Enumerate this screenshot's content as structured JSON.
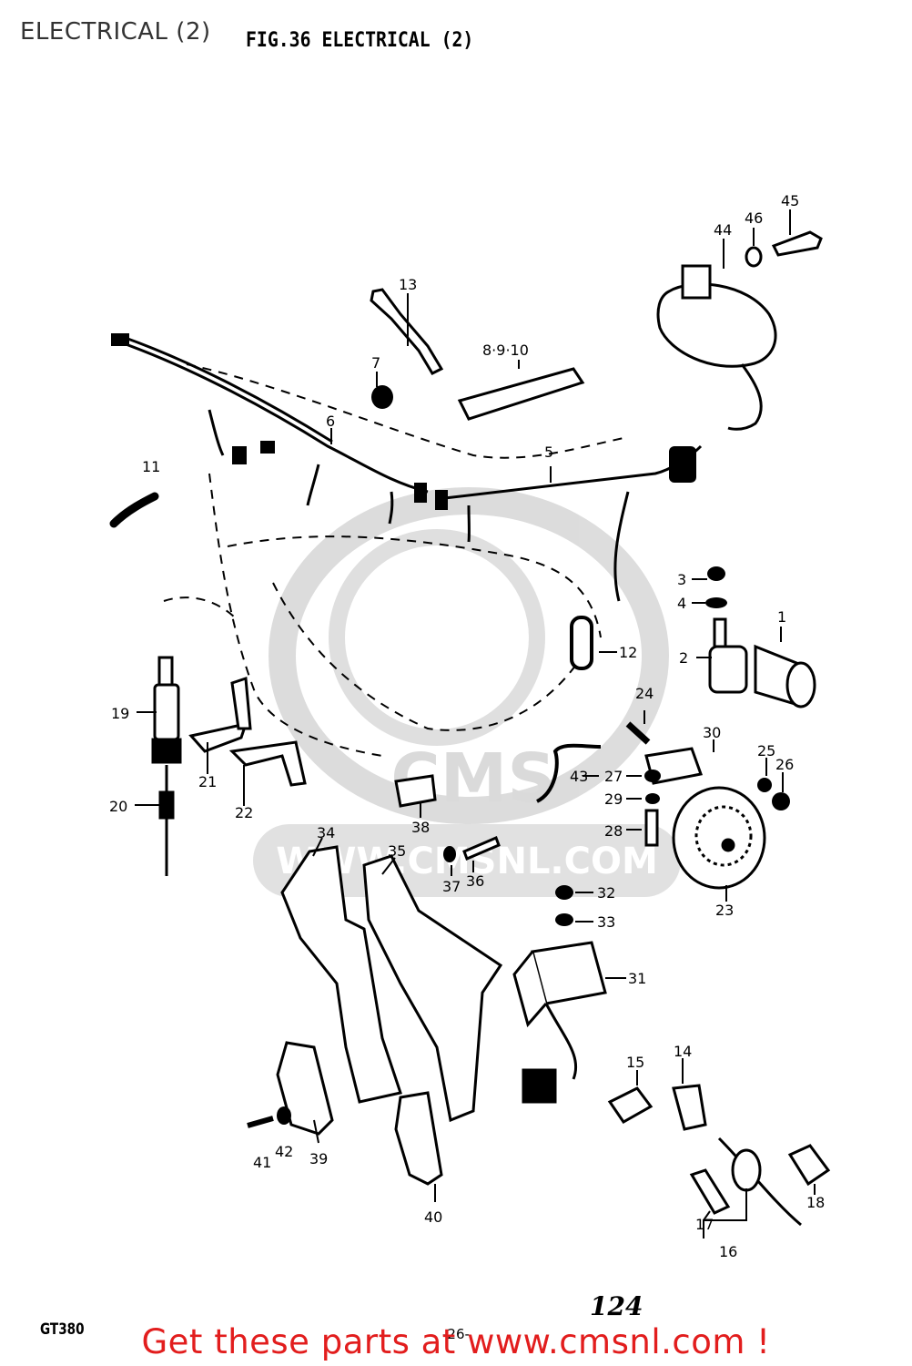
{
  "header": {
    "page_title": "ELECTRICAL (2)",
    "fig_title": "FIG.36  ELECTRICAL (2)"
  },
  "watermark": {
    "url_text": "WWW.CMSNL.COM",
    "logo_text": "CMS"
  },
  "footer": {
    "model": "GT380",
    "page_number": "124",
    "subpage": "-26-",
    "link_text": "Get these parts at www.cmsnl.com !"
  },
  "colors": {
    "ink": "#000000",
    "link": "#e21d1d",
    "watermark": "#d9d9d9"
  },
  "callouts": [
    {
      "id": "c1",
      "label": "1"
    },
    {
      "id": "c2",
      "label": "2"
    },
    {
      "id": "c3",
      "label": "3"
    },
    {
      "id": "c4",
      "label": "4"
    },
    {
      "id": "c5",
      "label": "5"
    },
    {
      "id": "c6",
      "label": "6"
    },
    {
      "id": "c7",
      "label": "7"
    },
    {
      "id": "c8",
      "label": "8·9·10"
    },
    {
      "id": "c11",
      "label": "11"
    },
    {
      "id": "c12",
      "label": "12"
    },
    {
      "id": "c13",
      "label": "13"
    },
    {
      "id": "c14",
      "label": "14"
    },
    {
      "id": "c15",
      "label": "15"
    },
    {
      "id": "c16",
      "label": "16"
    },
    {
      "id": "c17",
      "label": "17"
    },
    {
      "id": "c18",
      "label": "18"
    },
    {
      "id": "c19",
      "label": "19"
    },
    {
      "id": "c20",
      "label": "20"
    },
    {
      "id": "c21",
      "label": "21"
    },
    {
      "id": "c22",
      "label": "22"
    },
    {
      "id": "c23",
      "label": "23"
    },
    {
      "id": "c24",
      "label": "24"
    },
    {
      "id": "c25",
      "label": "25"
    },
    {
      "id": "c26",
      "label": "26"
    },
    {
      "id": "c27",
      "label": "27"
    },
    {
      "id": "c28",
      "label": "28"
    },
    {
      "id": "c29",
      "label": "29"
    },
    {
      "id": "c30",
      "label": "30"
    },
    {
      "id": "c31",
      "label": "31"
    },
    {
      "id": "c32",
      "label": "32"
    },
    {
      "id": "c33",
      "label": "33"
    },
    {
      "id": "c34",
      "label": "34"
    },
    {
      "id": "c35",
      "label": "35"
    },
    {
      "id": "c36",
      "label": "36"
    },
    {
      "id": "c37",
      "label": "37"
    },
    {
      "id": "c38",
      "label": "38"
    },
    {
      "id": "c39",
      "label": "39"
    },
    {
      "id": "c40",
      "label": "40"
    },
    {
      "id": "c41",
      "label": "41"
    },
    {
      "id": "c42",
      "label": "42"
    },
    {
      "id": "c43",
      "label": "43"
    },
    {
      "id": "c44",
      "label": "44"
    },
    {
      "id": "c45",
      "label": "45"
    },
    {
      "id": "c46",
      "label": "46"
    }
  ]
}
